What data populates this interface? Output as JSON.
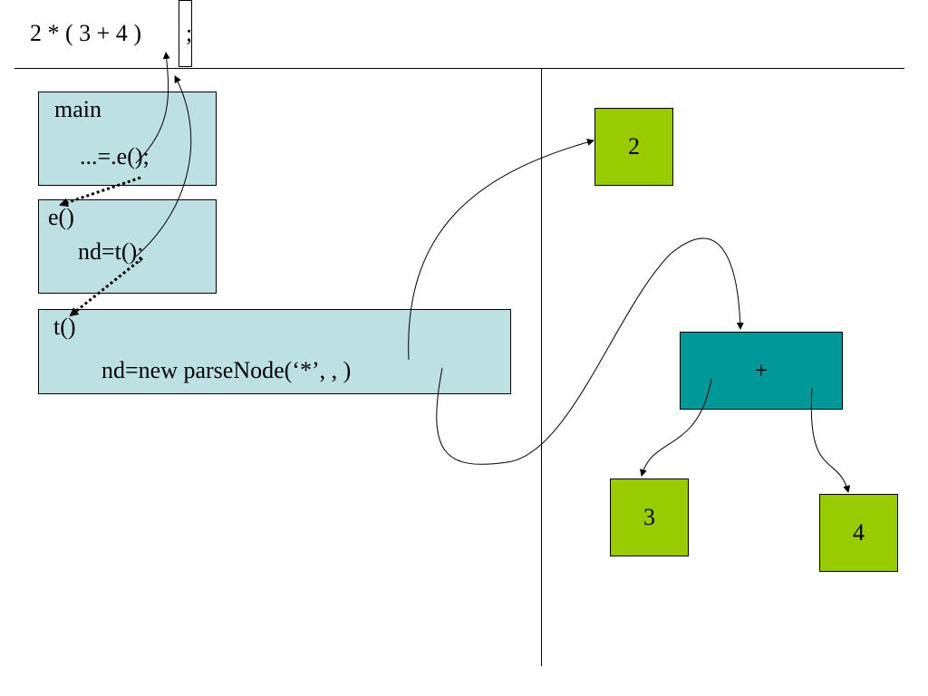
{
  "input": {
    "expression": "2 * ( 3 + 4 )",
    "semicolon": ";"
  },
  "frames": {
    "main": {
      "name": "main",
      "code": "...=.e();"
    },
    "e": {
      "name": "e()",
      "code": "nd=t();"
    },
    "t": {
      "name": "t()",
      "code": "nd=new parseNode(‘*’,  ,   )"
    }
  },
  "tree": {
    "root_left": "2",
    "root_right": "+",
    "plus_left": "3",
    "plus_right": "4"
  },
  "colors": {
    "frame_fill": "#bde0e3",
    "leaf_fill": "#99cc00",
    "inner_fill": "#009999"
  }
}
